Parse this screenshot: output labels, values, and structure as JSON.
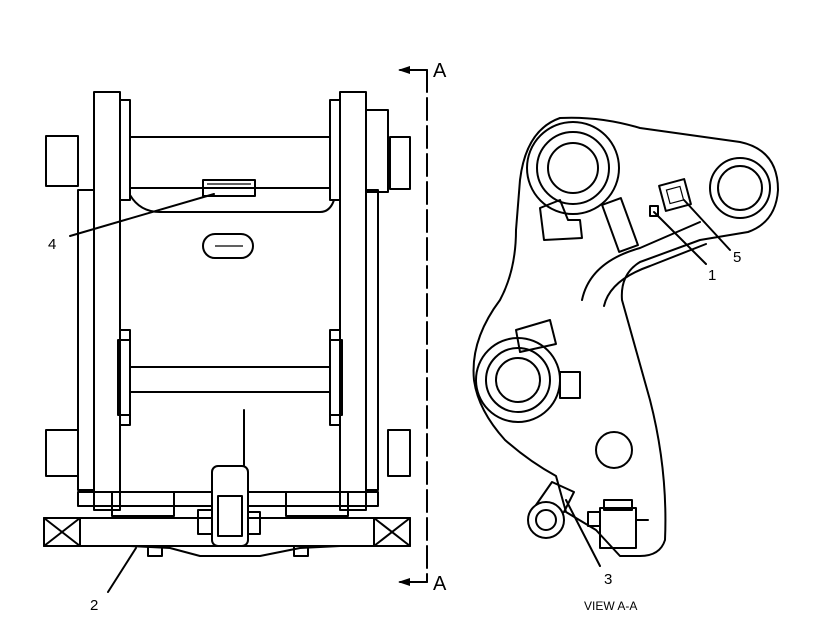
{
  "callouts": {
    "c1": "1",
    "c2": "2",
    "c3": "3",
    "c4": "4",
    "c5": "5"
  },
  "section_marks": {
    "top": "A",
    "bottom": "A"
  },
  "view_caption": "VIEW A-A"
}
